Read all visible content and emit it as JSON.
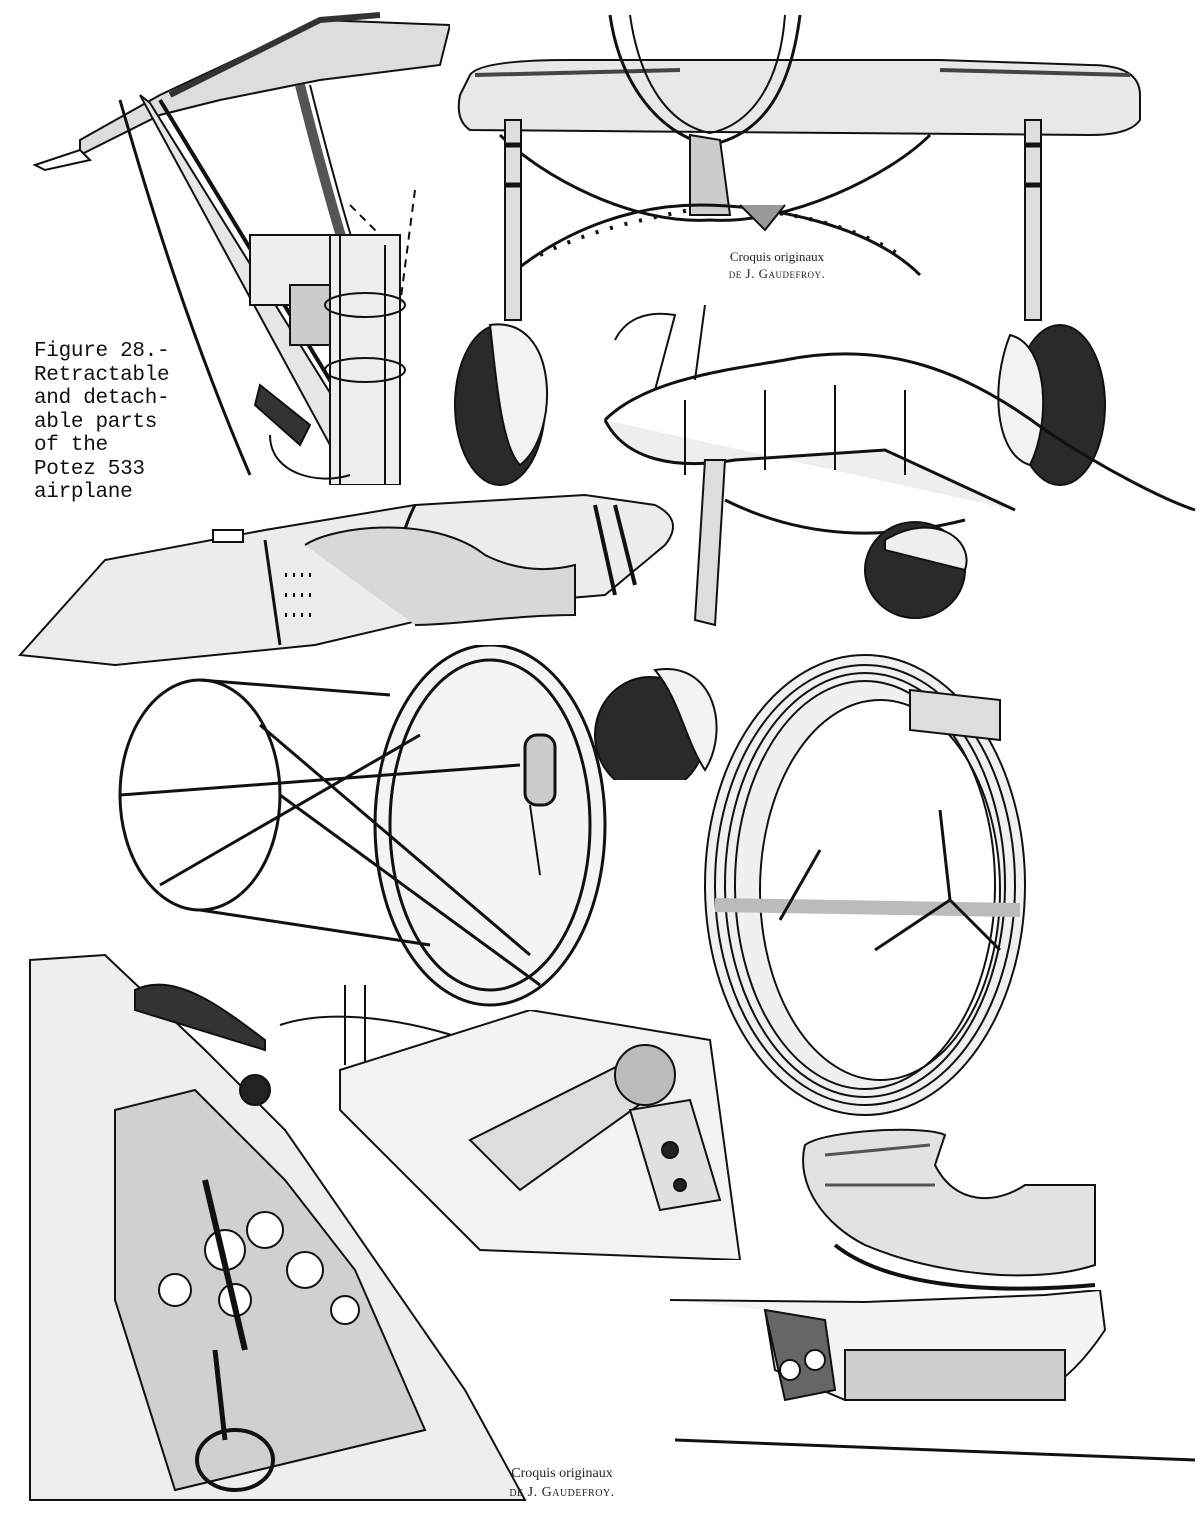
{
  "figure": {
    "number_label": "Figure 28.-",
    "caption_lines": [
      "Figure 28.-",
      "Retractable",
      "and detach-",
      "able parts",
      "of the",
      "Potez 533",
      "airplane"
    ],
    "caption_text": "Figure 28.-\nRetractable\nand detach-\nable parts\nof the\nPotez 533\nairplane"
  },
  "credits": {
    "top": {
      "line1": "Croquis originaux",
      "line2": "de J. Gaudefroy."
    },
    "bottom": {
      "line1": "Croquis originaux",
      "line2": "de J. Gaudefroy."
    }
  },
  "drawings": [
    {
      "id": "wing-root-strut",
      "label": "Landing gear strut attachment at wing root"
    },
    {
      "id": "front-landing-gear",
      "label": "Front view of retractable landing gear with wheels"
    },
    {
      "id": "wing-section-gear",
      "label": "Wing section with retracted gear and wheel"
    },
    {
      "id": "wing-panel-cutaway",
      "label": "Detachable wing panel cutaway"
    },
    {
      "id": "engine-mount-frame",
      "label": "Engine mount tubular frame"
    },
    {
      "id": "cowling-ring",
      "label": "Engine cowling ring (Townend ring)"
    },
    {
      "id": "cockpit-instruments",
      "label": "Cockpit with instrument panel and control wheel"
    },
    {
      "id": "strut-fitting",
      "label": "Strut fitting detail"
    },
    {
      "id": "cockpit-canopy",
      "label": "Detachable cockpit fairing"
    },
    {
      "id": "cockpit-side",
      "label": "Cockpit side view"
    }
  ],
  "colors": {
    "ink": "#111111",
    "paper": "#ffffff"
  }
}
